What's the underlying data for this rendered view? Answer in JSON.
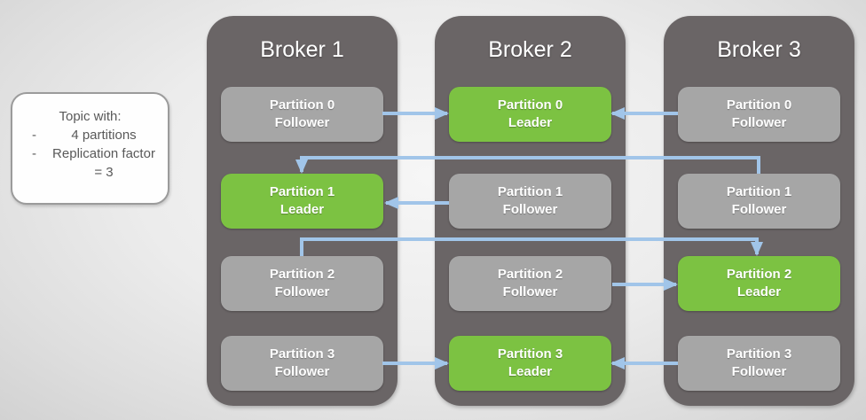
{
  "topic_note": {
    "title": "Topic with:",
    "bullet_marker": "-",
    "bullets": [
      "4 partitions",
      "Replication factor = 3"
    ]
  },
  "brokers": [
    {
      "title": "Broker 1",
      "partitions": [
        {
          "name": "Partition 0",
          "role": "Follower"
        },
        {
          "name": "Partition 1",
          "role": "Leader"
        },
        {
          "name": "Partition 2",
          "role": "Follower"
        },
        {
          "name": "Partition 3",
          "role": "Follower"
        }
      ]
    },
    {
      "title": "Broker 2",
      "partitions": [
        {
          "name": "Partition 0",
          "role": "Leader"
        },
        {
          "name": "Partition 1",
          "role": "Follower"
        },
        {
          "name": "Partition 2",
          "role": "Follower"
        },
        {
          "name": "Partition 3",
          "role": "Leader"
        }
      ]
    },
    {
      "title": "Broker 3",
      "partitions": [
        {
          "name": "Partition 0",
          "role": "Follower"
        },
        {
          "name": "Partition 1",
          "role": "Follower"
        },
        {
          "name": "Partition 2",
          "role": "Leader"
        },
        {
          "name": "Partition 3",
          "role": "Follower"
        }
      ]
    }
  ],
  "connections": [
    {
      "from": "Broker 1 Partition 0 Follower",
      "to": "Broker 2 Partition 0 Leader"
    },
    {
      "from": "Broker 3 Partition 0 Follower",
      "to": "Broker 2 Partition 0 Leader"
    },
    {
      "from": "Broker 3 Partition 1 Follower",
      "to": "Broker 1 Partition 1 Leader"
    },
    {
      "from": "Broker 2 Partition 1 Follower",
      "to": "Broker 1 Partition 1 Leader"
    },
    {
      "from": "Broker 1 Partition 2 Follower",
      "to": "Broker 3 Partition 2 Leader"
    },
    {
      "from": "Broker 2 Partition 2 Follower",
      "to": "Broker 3 Partition 2 Leader"
    },
    {
      "from": "Broker 1 Partition 3 Follower",
      "to": "Broker 2 Partition 3 Leader"
    },
    {
      "from": "Broker 3 Partition 3 Follower",
      "to": "Broker 2 Partition 3 Leader"
    }
  ],
  "colors": {
    "leader_green": "#7cc242",
    "follower_gray": "#a6a6a6",
    "broker_gray": "#6a6566",
    "arrow_blue": "#a1c5e9",
    "note_text": "#595959"
  }
}
